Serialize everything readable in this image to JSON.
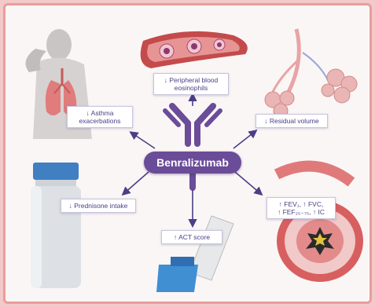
{
  "drug": {
    "name": "Benralizumab"
  },
  "effects": {
    "asthma": "↓ Asthma\nexacerbations",
    "eosinophils": "↓ Peripheral blood\neosinophils",
    "residual": "↓ Residual volume",
    "prednisone": "↓ Prednisone intake",
    "act": "↑ ACT score",
    "lung_function": "↑ FEV₁, ↑ FVC,\n↑ FEF₂₅₋₇₅, ↑ IC"
  },
  "colors": {
    "border": "#ec9c9c",
    "antibody": "#6a4c98",
    "arrow": "#4a3f86",
    "label_text": "#4a3f86"
  }
}
